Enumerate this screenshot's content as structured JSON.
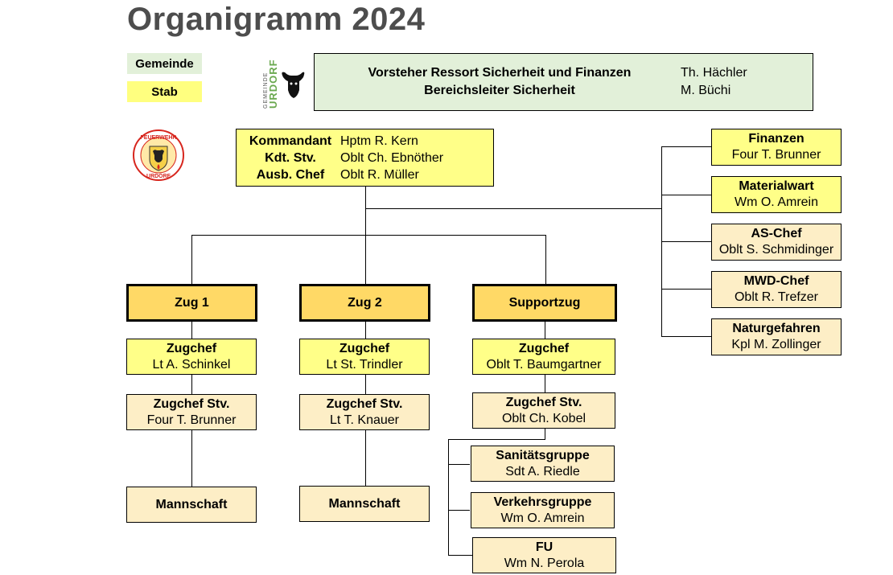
{
  "title": "Organigramm 2024",
  "legend": {
    "gemeinde": "Gemeinde",
    "stab": "Stab"
  },
  "municipality_logo": {
    "text": "GEMEINDE URDORF",
    "icon": "bull-head-icon"
  },
  "fire_logo": {
    "text_top": "FEUERWEHR",
    "text_bottom": "URDORF",
    "icon": "fire-brigade-bull-emblem-icon"
  },
  "header": {
    "rows": [
      {
        "role": "Vorsteher Ressort Sicherheit und Finanzen",
        "name": "Th. Hächler"
      },
      {
        "role": "Bereichsleiter Sicherheit",
        "name": "M. Büchi"
      }
    ]
  },
  "command": {
    "rows": [
      {
        "role": "Kommandant",
        "name": "Hptm R. Kern"
      },
      {
        "role": "Kdt. Stv.",
        "name": "Oblt Ch. Ebnöther"
      },
      {
        "role": "Ausb. Chef",
        "name": "Oblt R. Müller"
      }
    ]
  },
  "staff": [
    {
      "role": "Finanzen",
      "name": "Four T. Brunner"
    },
    {
      "role": "Materialwart",
      "name": "Wm O. Amrein"
    },
    {
      "role": "AS-Chef",
      "name": "Oblt S. Schmidinger"
    },
    {
      "role": "MWD-Chef",
      "name": "Oblt R. Trefzer"
    },
    {
      "role": "Naturgefahren",
      "name": "Kpl M. Zollinger"
    }
  ],
  "zug1": {
    "label": "Zug 1",
    "chef": {
      "role": "Zugchef",
      "name": "Lt A. Schinkel"
    },
    "stv": {
      "role": "Zugchef Stv.",
      "name": "Four T. Brunner"
    },
    "crew": "Mannschaft"
  },
  "zug2": {
    "label": "Zug 2",
    "chef": {
      "role": "Zugchef",
      "name": "Lt St. Trindler"
    },
    "stv": {
      "role": "Zugchef Stv.",
      "name": "Lt T. Knauer"
    },
    "crew": "Mannschaft"
  },
  "support": {
    "label": "Supportzug",
    "chef": {
      "role": "Zugchef",
      "name": "Oblt T. Baumgartner"
    },
    "stv": {
      "role": "Zugchef Stv.",
      "name": "Oblt Ch. Kobel"
    },
    "groups": [
      {
        "role": "Sanitätsgruppe",
        "name": "Sdt A. Riedle"
      },
      {
        "role": "Verkehrsgruppe",
        "name": "Wm O. Amrein"
      },
      {
        "role": "FU",
        "name": "Wm N. Perola"
      }
    ]
  },
  "colors": {
    "stab_yellow": "#ffff88",
    "gemeinde_green": "#e2f0d9",
    "zug_orange": "#ffd966",
    "unit_beige": "#fdeec6",
    "title_gray": "#4d4d4d",
    "fire_red": "#d7261e"
  }
}
